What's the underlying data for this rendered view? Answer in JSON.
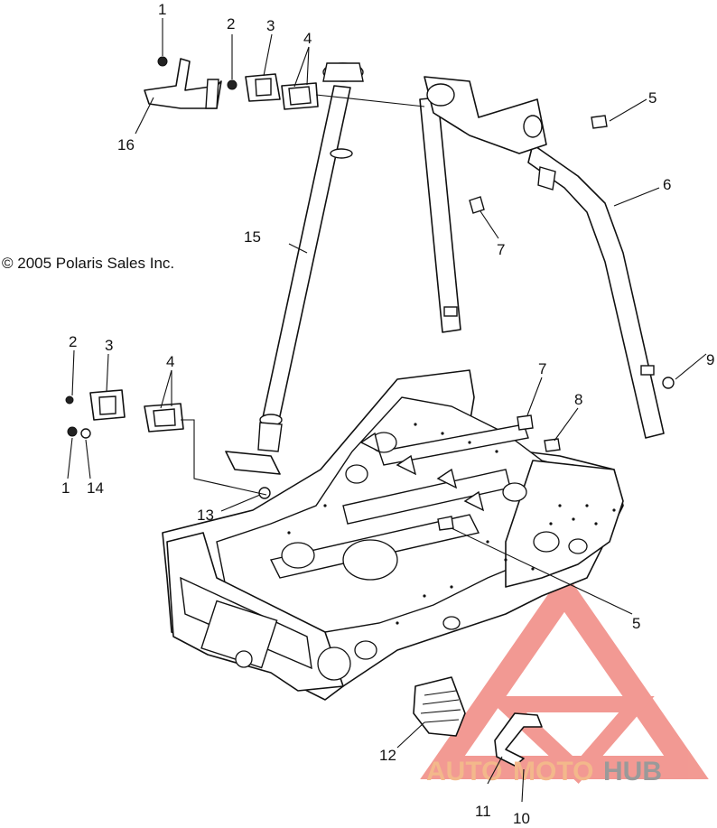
{
  "copyright": "© 2005 Polaris Sales Inc.",
  "callouts": [
    "1",
    "2",
    "3",
    "4",
    "16",
    "15",
    "5",
    "6",
    "7",
    "9",
    "2",
    "3",
    "4",
    "7",
    "8",
    "1",
    "14",
    "13",
    "5",
    "12",
    "11",
    "10"
  ],
  "watermark": {
    "part1": "AUTO",
    "part2": "MOTO",
    "part3": "HUB",
    "colors": {
      "logo": "#e8473b",
      "auto_moto": "#f3b88b",
      "hub": "#9a9a9a"
    }
  }
}
